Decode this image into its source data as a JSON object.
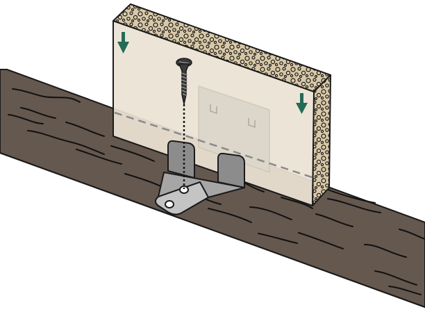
{
  "diagram": {
    "colors": {
      "background": "#ffffff",
      "outline": "#1a1a1a",
      "joist_wood": "#65584f",
      "board_face": "#ebe2d4",
      "board_core": "#d9c9a8",
      "clip_metal": "#a6a6a6",
      "clip_metal_light": "#c4c4c4",
      "clip_tab": "#8c8c8c",
      "screw": "#3a3a3a",
      "arrow": "#236b56",
      "hidden_line": "#8a8a8a"
    },
    "elements": [
      {
        "id": "joist",
        "icon": "wood-joist"
      },
      {
        "id": "board",
        "icon": "foam-core-panel"
      },
      {
        "id": "clip",
        "icon": "metal-clip-bracket"
      },
      {
        "id": "screw",
        "icon": "screw-icon"
      },
      {
        "id": "arrows",
        "icon": "arrow-down-icon",
        "count": 2
      }
    ]
  }
}
